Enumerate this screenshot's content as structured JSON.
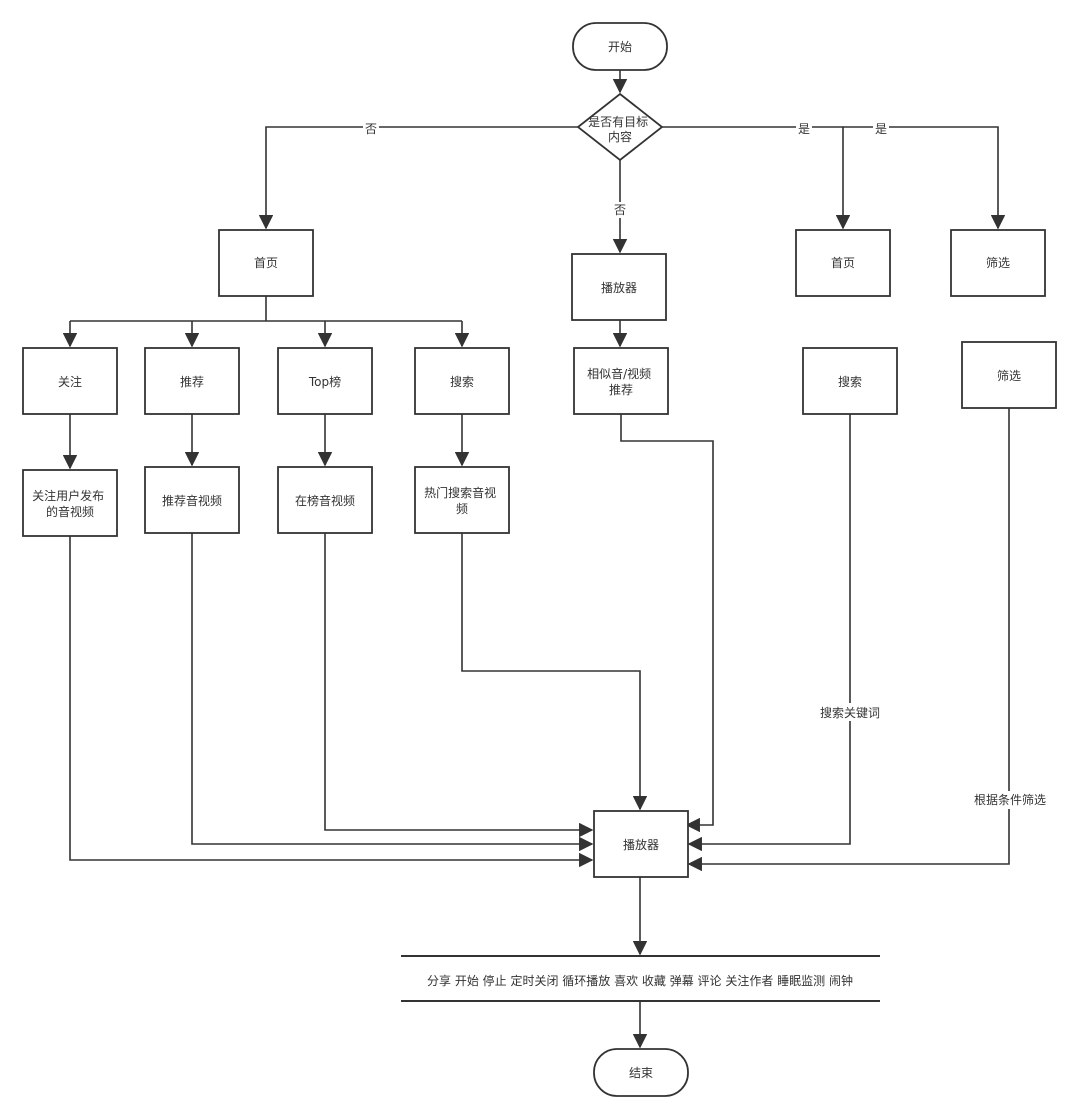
{
  "nodes": {
    "start": "开始",
    "decision": [
      "是否有目标",
      "内容"
    ],
    "home_left": "首页",
    "player_mid": "播放器",
    "home_right": "首页",
    "filter_top": "筛选",
    "follow": "关注",
    "recommend": "推荐",
    "top_chart": "Top榜",
    "search_left": "搜索",
    "similar": [
      "相似音/视频",
      "推荐"
    ],
    "search_right": "搜索",
    "filter_right": "筛选",
    "follow_posts": [
      "关注用户发布",
      "的音视频"
    ],
    "rec_videos": "推荐音视频",
    "chart_videos": "在榜音视频",
    "hot_search": [
      "热门搜索音视",
      "频"
    ],
    "player_main": "播放器",
    "actions": "分享 开始 停止 定时关闭 循环播放 喜欢 收藏 弹幕 评论 关注作者 睡眠监测 闹钟",
    "end": "结束"
  },
  "edge_labels": {
    "no_left": "否",
    "no_down": "否",
    "yes_1": "是",
    "yes_2": "是",
    "search_keyword": "搜索关键词",
    "filter_condition": "根据条件筛选"
  }
}
